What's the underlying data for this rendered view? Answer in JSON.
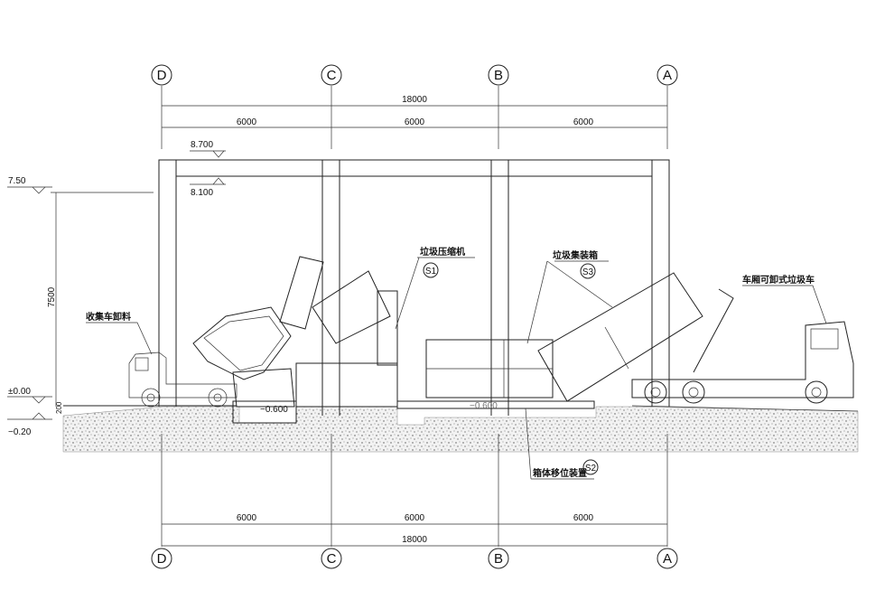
{
  "axes": {
    "top": [
      "D",
      "C",
      "B",
      "A"
    ],
    "bottom": [
      "D",
      "C",
      "B",
      "A"
    ]
  },
  "dimensions": {
    "top_total": "18000",
    "top_spans": [
      "6000",
      "6000",
      "6000"
    ],
    "bottom_spans": [
      "6000",
      "6000",
      "6000"
    ],
    "bottom_total": "18000",
    "height_7500": "7500",
    "height_200": "200"
  },
  "elevations": {
    "roof_top": "8.700",
    "roof_bottom": "8.100",
    "left_750": "7.50",
    "ground_zero": "±0.00",
    "ground_minus": "−0.20",
    "pit_compactor": "−0.600",
    "pit_container": "−0.600"
  },
  "labels": {
    "collector_unload": "收集车卸料",
    "compactor": "垃圾压缩机",
    "compactor_tag": "S1",
    "container": "垃圾集装箱",
    "container_tag": "S3",
    "shifter": "箱体移位装置",
    "shifter_tag": "S2",
    "hook_truck": "车厢可卸式垃圾车"
  },
  "colors": {
    "line": "#222222",
    "ground": "#d8d8d8"
  }
}
